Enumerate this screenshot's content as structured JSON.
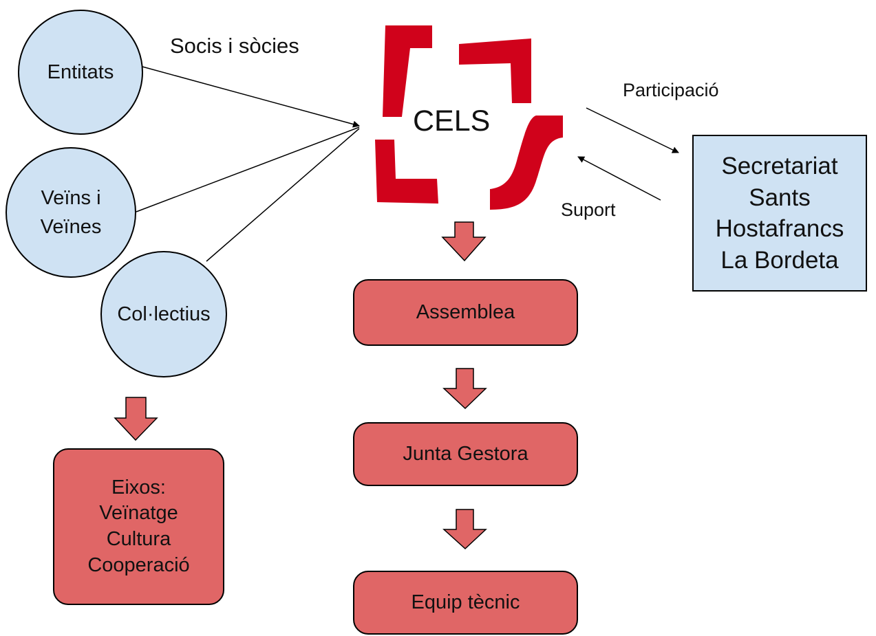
{
  "circles": {
    "entitats": "Entitats",
    "veins": [
      "Veïns i",
      "Veïnes"
    ],
    "collectius": "Col·lectius"
  },
  "labels": {
    "socis": "Socis i sòcies",
    "participacio": "Participació",
    "suport": "Suport"
  },
  "logo": {
    "text": "CELS",
    "color": "#d0021b"
  },
  "secretariat": [
    "Secretariat",
    "Sants",
    "Hostafrancs",
    "La Bordeta"
  ],
  "eixos": [
    "Eixos:",
    "Veïnatge",
    "Cultura",
    "Cooperació"
  ],
  "org_chain": {
    "assemblea": "Assemblea",
    "junta": "Junta Gestora",
    "equip": "Equip tècnic"
  },
  "colors": {
    "light_blue": "#cfe2f3",
    "red_fill": "#e06666",
    "logo_red": "#d0021b"
  }
}
